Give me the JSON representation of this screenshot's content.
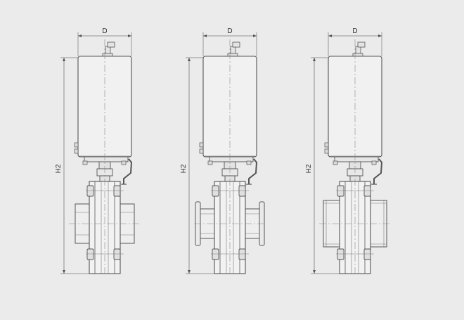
{
  "diagram": {
    "colors": {
      "background": "#ebebeb",
      "line": "#555555",
      "thin_line": "#777777",
      "center_line": "#888888",
      "fill_body": "#efefef"
    },
    "views": [
      {
        "id": "weld-end",
        "connection": "weld",
        "dim_width_label": "D",
        "dim_height_label": "H2"
      },
      {
        "id": "clamp-end",
        "connection": "clamp",
        "dim_width_label": "D",
        "dim_height_label": "H2"
      },
      {
        "id": "thread-end",
        "connection": "thread",
        "dim_width_label": "D",
        "dim_height_label": "H2"
      }
    ]
  }
}
